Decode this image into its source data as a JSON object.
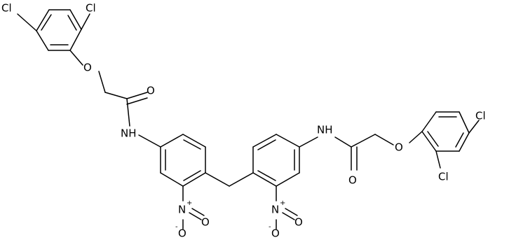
{
  "molecule": {
    "atoms": {
      "cl_tl_top": "Cl",
      "cl_tl_side": "Cl",
      "o_ether_left": "O",
      "o_carbonyl_left": "O",
      "nh_left": "NH",
      "n_nitro_left": "N",
      "n_nitro_left_charge": "+",
      "o_nitro_left_down": "O",
      "o_nitro_left_down_charge": "-",
      "o_nitro_left_side": "O",
      "nh_right": "NH",
      "o_carbonyl_right": "O",
      "o_ether_right": "O",
      "cl_br_top": "Cl",
      "cl_br_side": "Cl",
      "n_nitro_right": "N",
      "n_nitro_right_charge": "+",
      "o_nitro_right_side": "O",
      "o_nitro_right_down": "O",
      "o_nitro_right_down_charge": "-"
    }
  }
}
